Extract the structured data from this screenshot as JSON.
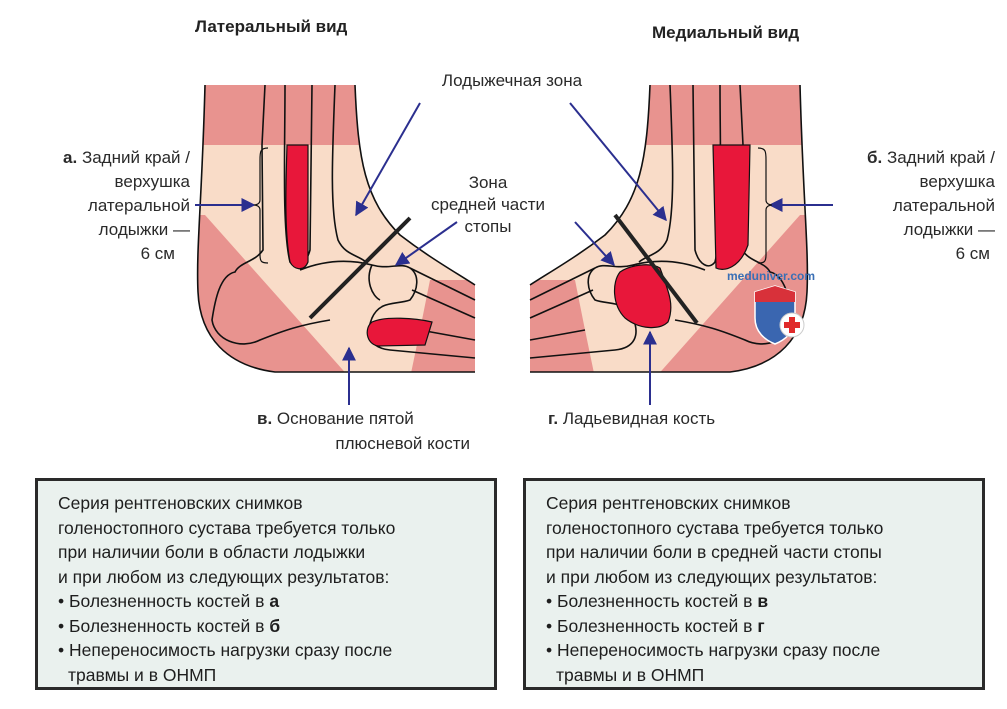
{
  "titles": {
    "lateral": "Латеральный вид",
    "medial": "Медиальный вид"
  },
  "labels": {
    "malleolar_zone": "Лодыжечная зона",
    "midfoot_zone": [
      "Зона",
      "средней части",
      "стопы"
    ],
    "a": {
      "letter": "а.",
      "lines": [
        "Задний край /",
        "верхушка",
        "латеральной",
        "лодыжки —",
        "6 см"
      ]
    },
    "b": {
      "letter": "б.",
      "lines": [
        "Задний край /",
        "верхушка",
        "латеральной",
        "лодыжки —",
        "6 см"
      ]
    },
    "v": {
      "letter": "в.",
      "lines": [
        "Основание пятой",
        "плюсневой кости"
      ]
    },
    "g": {
      "letter": "г.",
      "text": "Ладьевидная кость"
    }
  },
  "watermark": "meduniver.com",
  "boxes": [
    {
      "intro": [
        "Серия рентгеновских снимков",
        "голеностопного сустава требуется только",
        "при наличии боли в области лодыжки",
        "и при любом из следующих результатов:"
      ],
      "items": [
        {
          "text": "Болезненность костей в ",
          "bold": "а"
        },
        {
          "text": "Болезненность костей в ",
          "bold": "б"
        },
        {
          "text": "Непереносимость нагрузки сразу после",
          "cont": "травмы и в ОНМП"
        }
      ]
    },
    {
      "intro": [
        "Серия рентгеновских снимков",
        "голеностопного сустава требуется только",
        "при наличии боли в средней части стопы",
        "и при любом из следующих результатов:"
      ],
      "items": [
        {
          "text": "Болезненность костей в ",
          "bold": "в"
        },
        {
          "text": "Болезненность костей в ",
          "bold": "г"
        },
        {
          "text": "Непереносимость нагрузки сразу после",
          "cont": "травмы и в ОНМП"
        }
      ]
    }
  ],
  "colors": {
    "skin_dark": "#e8938f",
    "skin_light": "#f9dcc8",
    "bone_red": "#e8173a",
    "arrow": "#2b2f8f"
  }
}
